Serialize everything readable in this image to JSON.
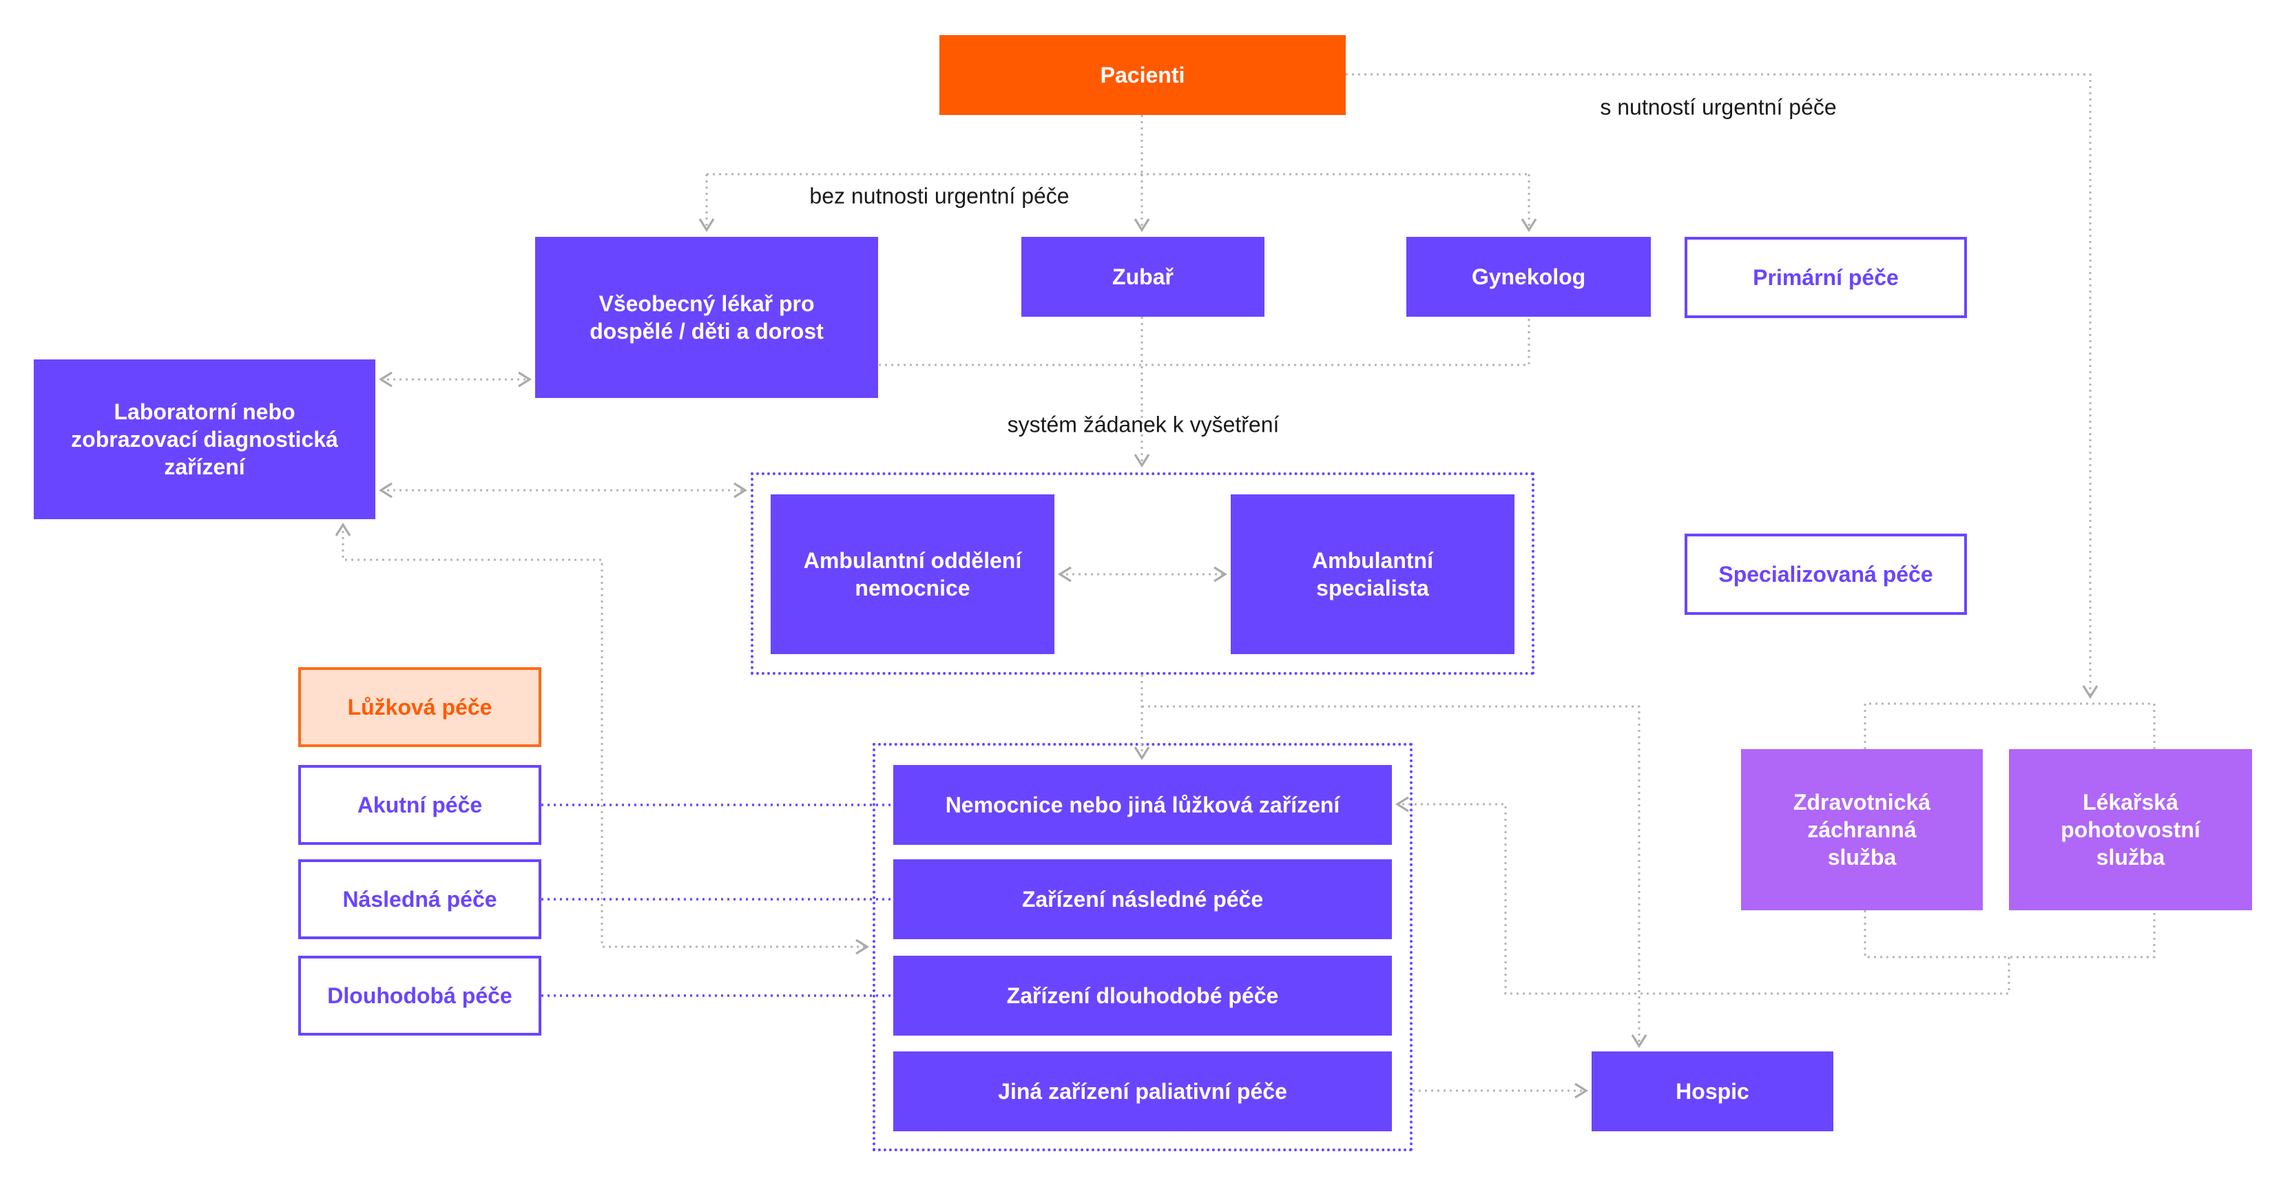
{
  "diagram": {
    "nodes": {
      "pacienti": "Pacienti",
      "vseobecny_lekar": "Všeobecný lékař pro dospělé / děti a dorost",
      "zubar": "Zubař",
      "gynekolog": "Gynekolog",
      "laboratorni": "Laboratorní nebo zobrazovací diagnostická zařízení",
      "ambulantni_oddeleni": "Ambulantní oddělení nemocnice",
      "ambulantni_specialista": "Ambulantní specialista",
      "nemocnice": "Nemocnice nebo jiná lůžková zařízení",
      "zarizeni_nasledne": "Zařízení následné péče",
      "zarizeni_dlouhodobe": "Zařízení dlouhodobé péče",
      "jina_paliativni": "Jiná zařízení paliativní péče",
      "hospic": "Hospic",
      "zachranna_sluzba": "Zdravotnická záchranná služba",
      "pohotovostni_sluzba": "Lékařská pohotovostní služba"
    },
    "edge_labels": {
      "urgent": "s nutností urgentní péče",
      "non_urgent": "bez nutnosti urgentní péče",
      "referral": "systém žádanek k vyšetření"
    },
    "categories": {
      "primarni": "Primární péče",
      "specializovana": "Specializovaná péče",
      "luzkova": "Lůžková péče",
      "akutni": "Akutní péče",
      "nasledna": "Následná péče",
      "dlouhodoba": "Dlouhodobá péče"
    },
    "colors": {
      "care_node": "#6a45ff",
      "patients": "#ff5a00",
      "inpatient_fill": "#ffe0cf",
      "emergency": "#b066f7",
      "connector": "#b5b5b5"
    }
  }
}
